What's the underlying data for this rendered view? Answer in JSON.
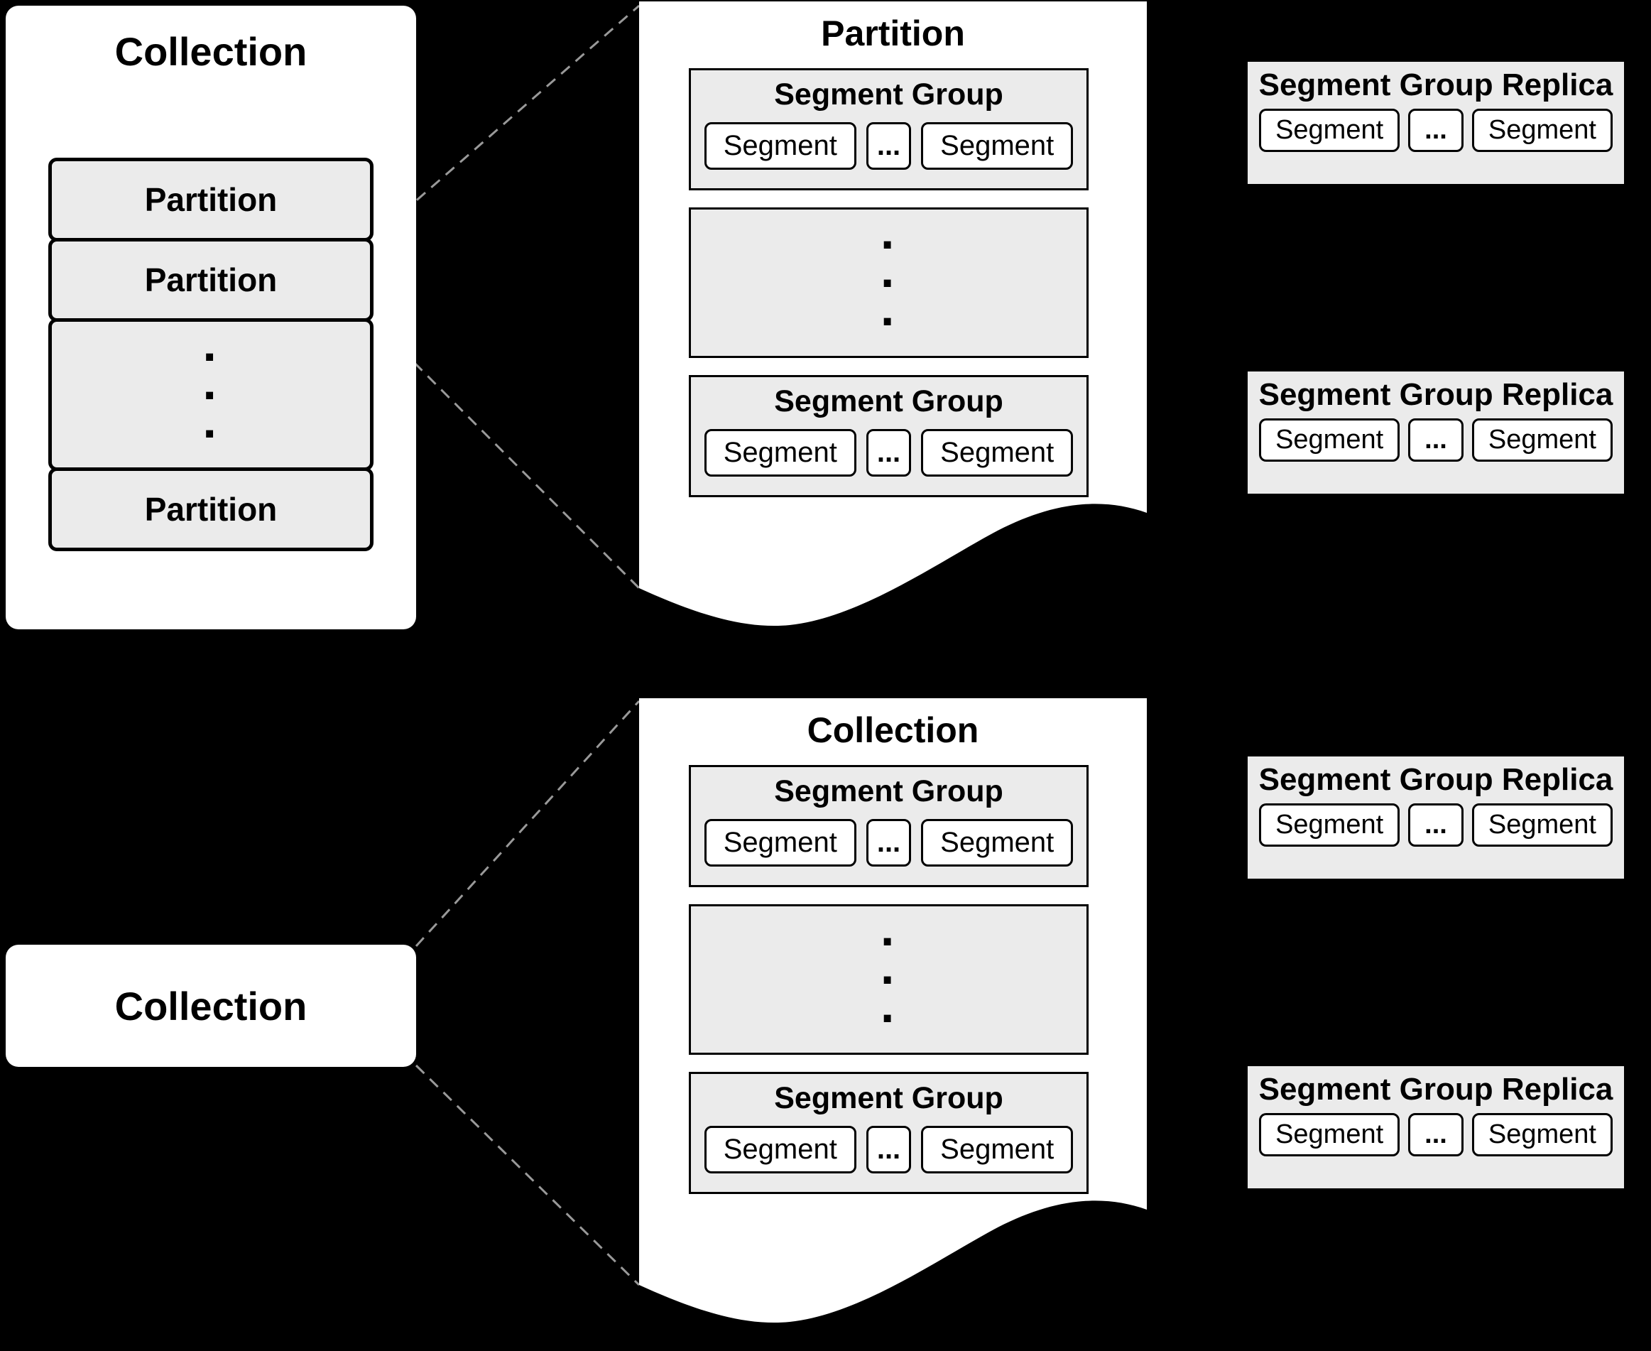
{
  "colors": {
    "background": "#000000",
    "panel_fill": "#ffffff",
    "box_fill": "#ebebeb",
    "border": "#000000",
    "callout_line": "#999999"
  },
  "glyphs": {
    "dot": "·"
  },
  "left_collection": {
    "title": "Collection",
    "partitions": [
      {
        "label": "Partition"
      },
      {
        "label": "Partition"
      },
      {
        "label": "Partition"
      }
    ]
  },
  "partition_detail": {
    "title": "Partition",
    "groups": [
      {
        "title": "Segment Group",
        "segments": [
          "Segment",
          "...",
          "Segment"
        ]
      },
      {
        "title": "Segment Group",
        "segments": [
          "Segment",
          "...",
          "Segment"
        ]
      }
    ]
  },
  "collection_detail": {
    "title": "Collection",
    "groups": [
      {
        "title": "Segment Group",
        "segments": [
          "Segment",
          "...",
          "Segment"
        ]
      },
      {
        "title": "Segment Group",
        "segments": [
          "Segment",
          "...",
          "Segment"
        ]
      }
    ]
  },
  "left_collection_card": {
    "title": "Collection"
  },
  "replicas": [
    {
      "title": "Segment Group Replica",
      "segments": [
        "Segment",
        "...",
        "Segment"
      ]
    },
    {
      "title": "Segment Group Replica",
      "segments": [
        "Segment",
        "...",
        "Segment"
      ]
    },
    {
      "title": "Segment Group Replica",
      "segments": [
        "Segment",
        "...",
        "Segment"
      ]
    },
    {
      "title": "Segment Group Replica",
      "segments": [
        "Segment",
        "...",
        "Segment"
      ]
    }
  ]
}
